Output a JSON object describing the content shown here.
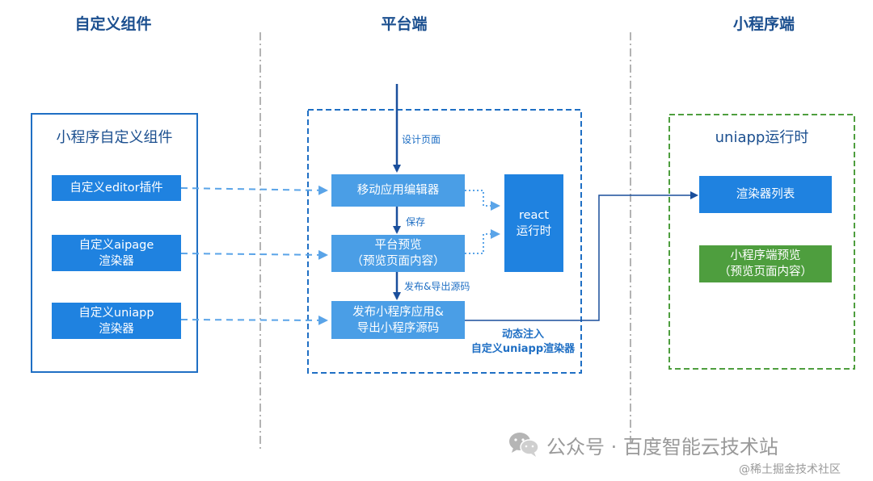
{
  "columns": {
    "custom": "自定义组件",
    "platform": "平台端",
    "miniprogram": "小程序端"
  },
  "groups": {
    "left": "小程序自定义组件",
    "right": "uniapp运行时"
  },
  "nodes": {
    "editor_plugin": "自定义editor插件",
    "aipage_renderer": "自定义aipage\n渲染器",
    "uniapp_renderer": "自定义uniapp\n渲染器",
    "mobile_editor": "移动应用编辑器",
    "platform_preview": "平台预览\n（预览页面内容）",
    "publish": "发布小程序应用&\n导出小程序源码",
    "react_runtime": "react\n运行时",
    "renderer_list": "渲染器列表",
    "mp_preview": "小程序端预览\n（预览页面内容）"
  },
  "edge_labels": {
    "design": "设计页面",
    "save": "保存",
    "publish_export": "发布&导出源码",
    "inject": "动态注入\n自定义uniapp渲染器"
  },
  "watermark": {
    "account": "公众号 · 百度智能云技术站",
    "site": "@稀土掘金技术社区"
  },
  "colors": {
    "title": "#1b4f8f",
    "node_blue": "#1f82e0",
    "node_green": "#4e9e3e",
    "arrow_dark": "#1a4f9c",
    "arrow_dashed": "#5aa4e8",
    "group_green": "#4e9e3e"
  }
}
